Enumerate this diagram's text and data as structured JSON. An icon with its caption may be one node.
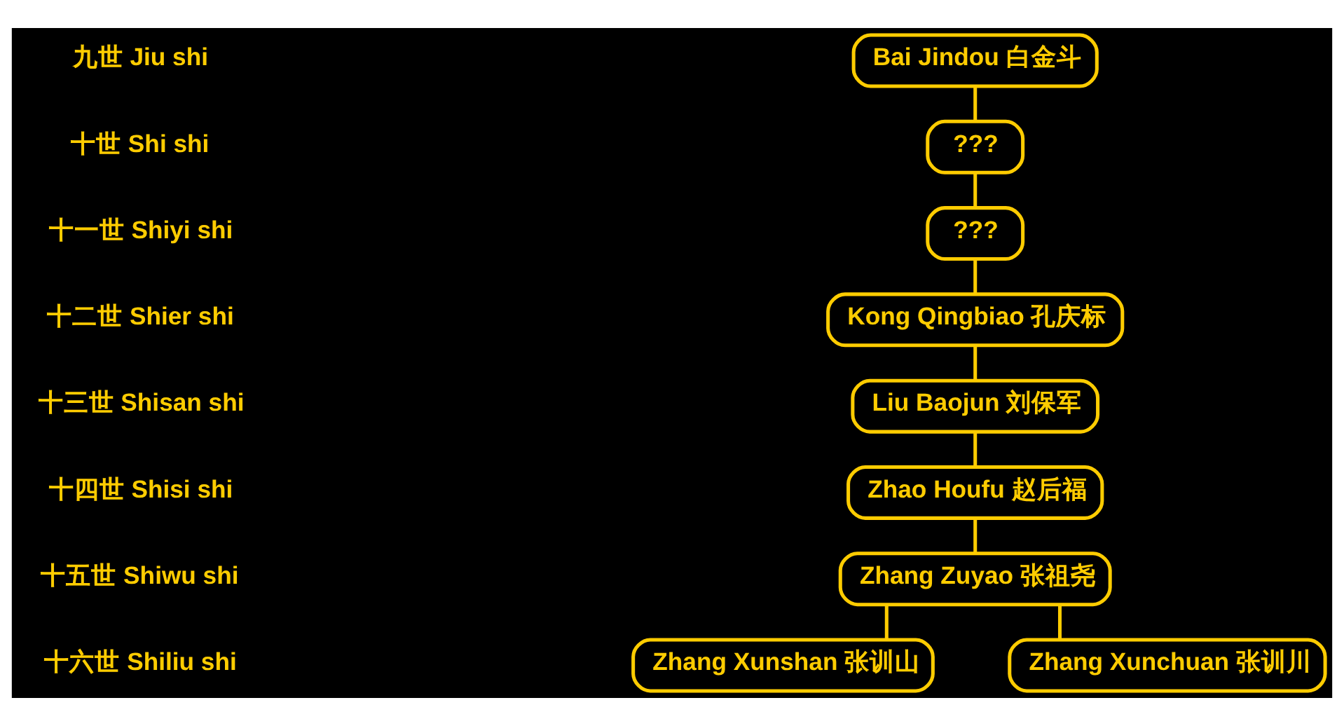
{
  "diagram": {
    "nodes": [
      {
        "text": [
          "Bai Jindou 白金斗"
        ]
      },
      {
        "text": [
          "???"
        ]
      },
      {
        "text": [
          "???"
        ]
      },
      {
        "text": [
          "Kong Qingbiao 孔庆标"
        ]
      },
      {
        "text": [
          "Liu Baojun 刘保军"
        ]
      },
      {
        "text": [
          "Zhao Houfu 赵后福"
        ]
      },
      {
        "text": [
          "Zhang Zuyao 张祖尧"
        ]
      },
      {
        "text": [
          "Zhang Xunshan 张训山"
        ]
      },
      {
        "text": [
          "Zhang Xunchuan 张训川"
        ]
      }
    ],
    "edges": [
      {
        "from": 0,
        "to": 1,
        "arrow": "none"
      },
      {
        "from": 1,
        "to": 2,
        "arrow": "none"
      },
      {
        "from": 2,
        "to": 3,
        "arrow": "none"
      },
      {
        "from": 3,
        "to": 4,
        "arrow": "none"
      },
      {
        "from": 4,
        "to": 5,
        "arrow": "none"
      },
      {
        "from": 5,
        "to": 6,
        "arrow": "none"
      },
      {
        "from": 6,
        "to": 7,
        "arrow": "none"
      },
      {
        "from": 6,
        "to": 8,
        "arrow": "none"
      }
    ],
    "labels": [
      "九世 Jiu shi",
      "十世 Shi shi",
      "十一世 Shiyi shi",
      "十二世 Shier shi",
      "十三世 Shisan shi",
      "十四世 Shisi shi",
      "十五世 Shiwu shi",
      "十六世 Shiliu shi"
    ]
  }
}
